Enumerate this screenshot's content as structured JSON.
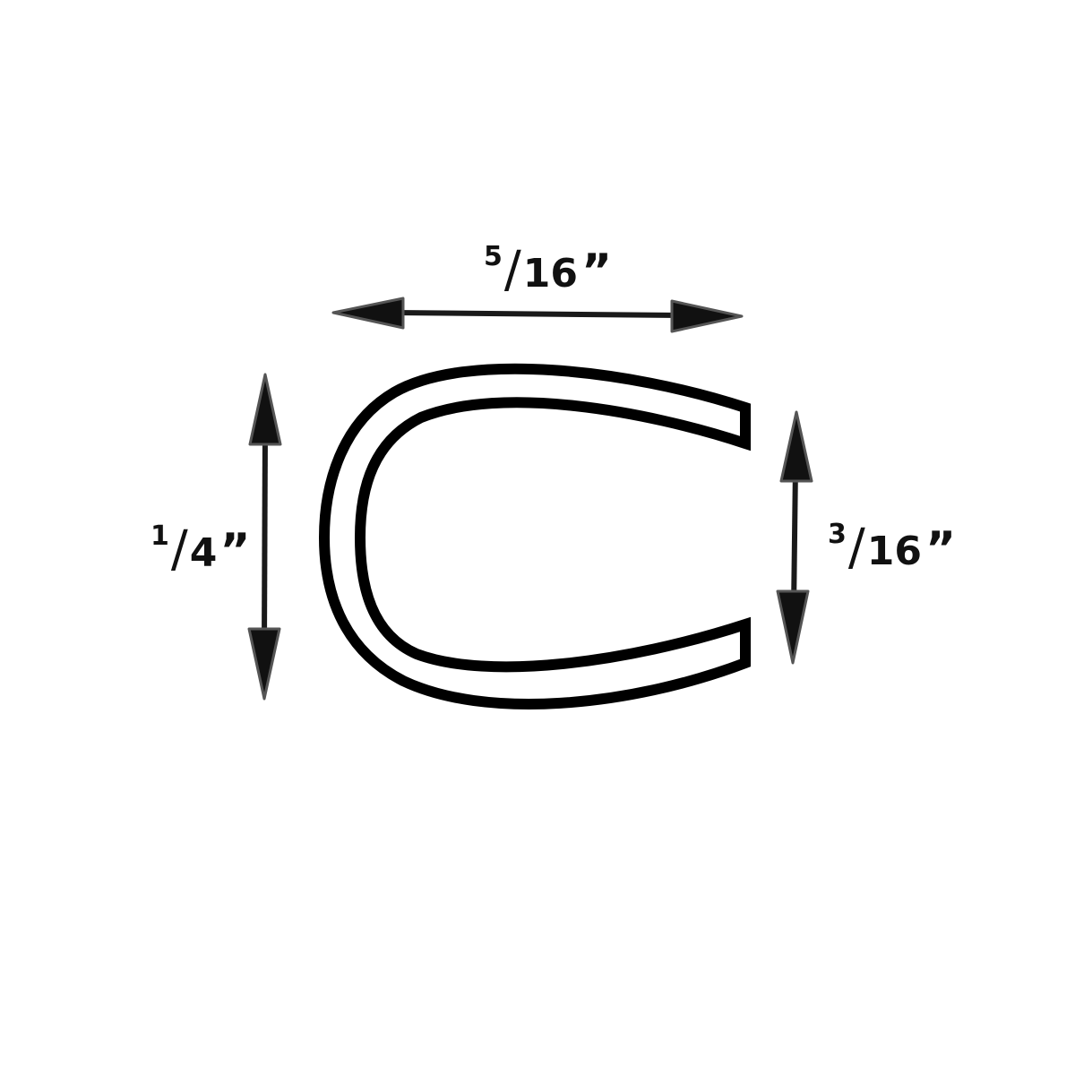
{
  "diagram": {
    "shape": "C-shaped channel profile",
    "colors": {
      "outline": "#000000",
      "arrow": "#1a1a1a",
      "arrow_edge": "#555555",
      "background": "#ffffff"
    },
    "dimensions": {
      "width": {
        "num": "5",
        "den": "16",
        "unit": "”"
      },
      "height": {
        "num": "1",
        "den": "4",
        "unit": "”"
      },
      "opening": {
        "num": "3",
        "den": "16",
        "unit": "”"
      }
    }
  }
}
